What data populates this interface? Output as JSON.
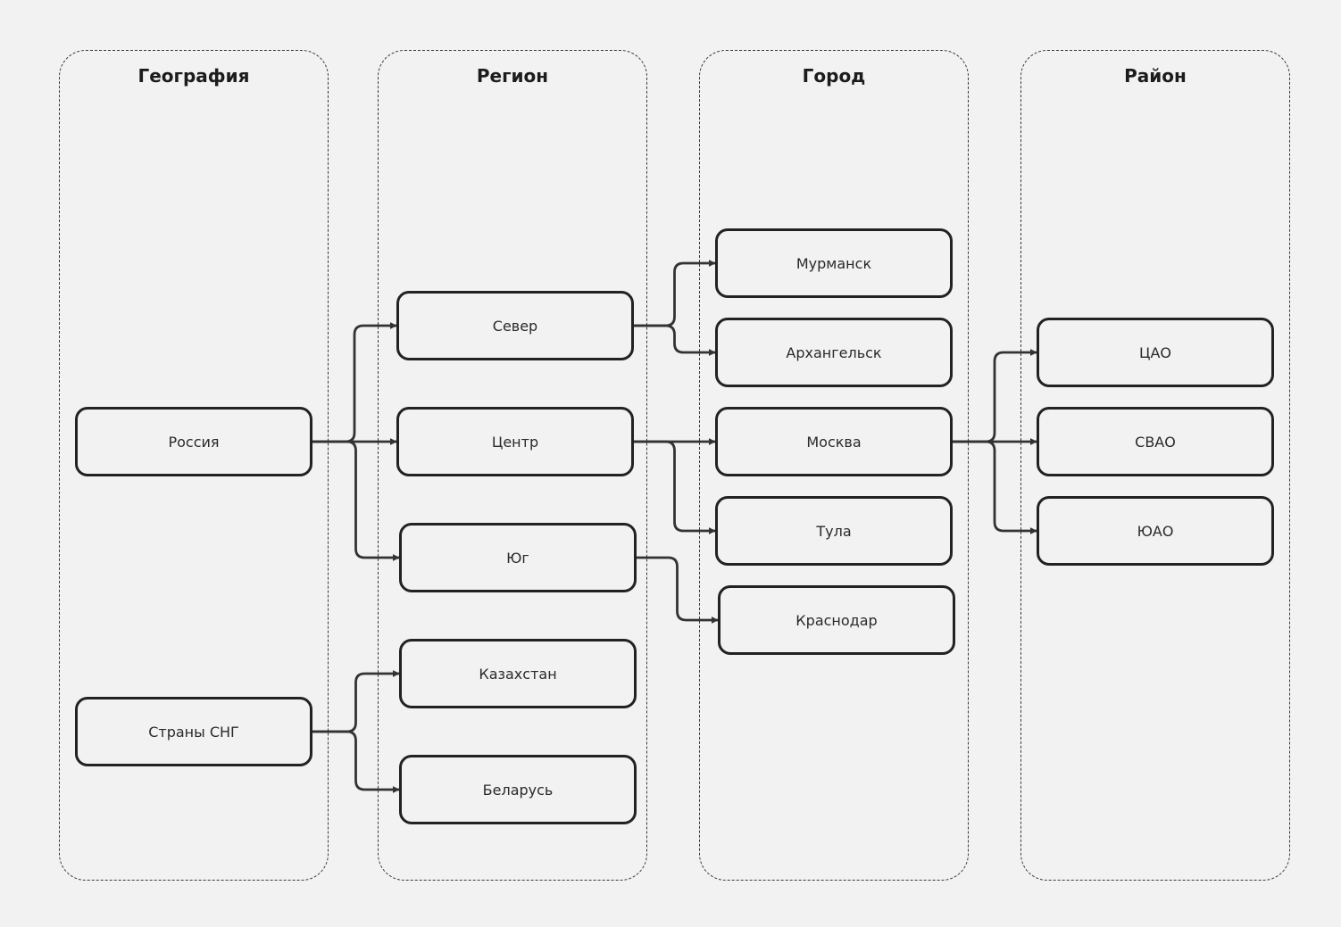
{
  "lanes": {
    "geography": "География",
    "region": "Регион",
    "city": "Город",
    "district": "Район"
  },
  "nodes": {
    "russia": "Россия",
    "cis": "Страны СНГ",
    "north": "Север",
    "center": "Центр",
    "south": "Юг",
    "kazakhstan": "Казахстан",
    "belarus": "Беларусь",
    "murmansk": "Мурманск",
    "arkhangelsk": "Архангельск",
    "moscow": "Москва",
    "tula": "Тула",
    "krasnodar": "Краснодар",
    "cao": "ЦАО",
    "svao": "СВАО",
    "yuao": "ЮАО"
  },
  "edges": [
    {
      "from": "russia",
      "to": "north"
    },
    {
      "from": "russia",
      "to": "center"
    },
    {
      "from": "russia",
      "to": "south"
    },
    {
      "from": "cis",
      "to": "kazakhstan"
    },
    {
      "from": "cis",
      "to": "belarus"
    },
    {
      "from": "north",
      "to": "murmansk"
    },
    {
      "from": "north",
      "to": "arkhangelsk"
    },
    {
      "from": "center",
      "to": "moscow"
    },
    {
      "from": "center",
      "to": "tula"
    },
    {
      "from": "south",
      "to": "krasnodar"
    },
    {
      "from": "moscow",
      "to": "cao"
    },
    {
      "from": "moscow",
      "to": "svao"
    },
    {
      "from": "moscow",
      "to": "yuao"
    }
  ]
}
